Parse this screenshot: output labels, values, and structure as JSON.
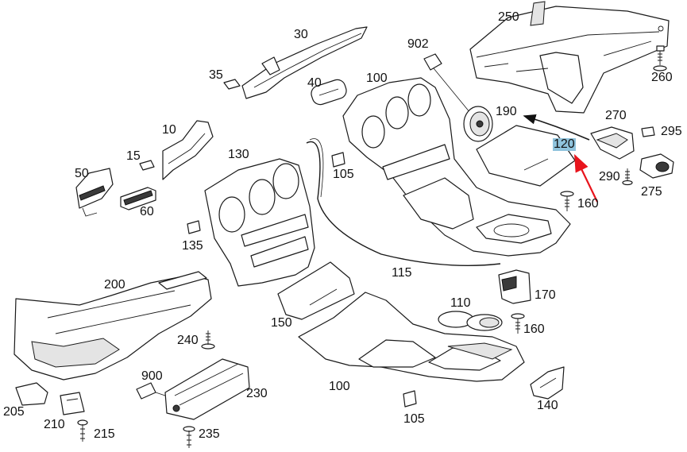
{
  "callouts": {
    "c250": "250",
    "c30": "30",
    "c902": "902",
    "c35": "35",
    "c40": "40",
    "c100a": "100",
    "c260": "260",
    "c190": "190",
    "c270": "270",
    "c295": "295",
    "c10": "10",
    "c120": "120",
    "c15": "15",
    "c130": "130",
    "c105a": "105",
    "c290": "290",
    "c275": "275",
    "c50": "50",
    "c160a": "160",
    "c60": "60",
    "c135": "135",
    "c115": "115",
    "c200": "200",
    "c170": "170",
    "c110": "110",
    "c150": "150",
    "c160b": "160",
    "c240": "240",
    "c900": "900",
    "c230": "230",
    "c100b": "100",
    "c140": "140",
    "c205": "205",
    "c210": "210",
    "c215": "215",
    "c105b": "105",
    "c235": "235"
  },
  "highlight": {
    "part": "120",
    "color": "#8fc3dc",
    "arrow_color": "#e8141c"
  }
}
